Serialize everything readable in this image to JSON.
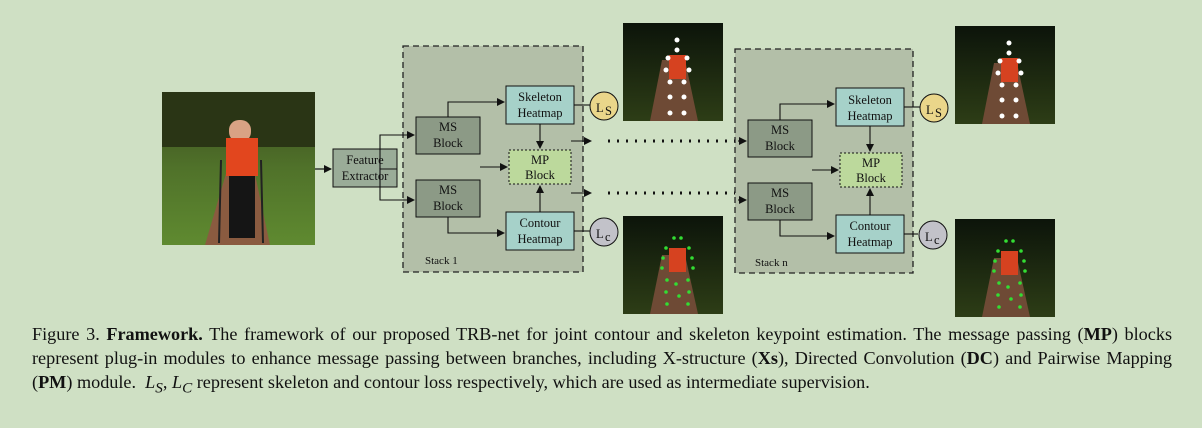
{
  "diagram": {
    "feature_extractor": [
      "Feature",
      "Extractor"
    ],
    "stacks": [
      {
        "label": "Stack 1",
        "ms_block_top": [
          "MS",
          "Block"
        ],
        "ms_block_bottom": [
          "MS",
          "Block"
        ],
        "skeleton_heatmap": [
          "Skeleton",
          "Heatmap"
        ],
        "contour_heatmap": [
          "Contour",
          "Heatmap"
        ],
        "mp_block": [
          "MP",
          "Block"
        ],
        "loss_skeleton": {
          "main": "L",
          "sub": "S"
        },
        "loss_contour": {
          "main": "L",
          "sub": "c"
        }
      },
      {
        "label": "Stack n",
        "ms_block_top": [
          "MS",
          "Block"
        ],
        "ms_block_bottom": [
          "MS",
          "Block"
        ],
        "skeleton_heatmap": [
          "Skeleton",
          "Heatmap"
        ],
        "contour_heatmap": [
          "Contour",
          "Heatmap"
        ],
        "mp_block": [
          "MP",
          "Block"
        ],
        "loss_skeleton": {
          "main": "L",
          "sub": "S"
        },
        "loss_contour": {
          "main": "L",
          "sub": "c"
        }
      }
    ],
    "colors": {
      "background": "#cfe0c4",
      "stack_box": "#b3bfa8",
      "ms_block": "#8c9a86",
      "heatmap": "#a6d1c9",
      "mp_block": "#bcd99c",
      "loss_skeleton": "#ead68a",
      "loss_contour": "#c2c2c9",
      "skeleton_keypoint": "#ffffff",
      "contour_keypoint": "#33dd33"
    }
  },
  "caption": {
    "label": "Figure 3.",
    "title": "Framework.",
    "text1": "The framework of our proposed TRB-net for joint contour and skeleton keypoint estimation. The message passing (",
    "mp": "MP",
    "text2": ") blocks represent plug-in modules to enhance message passing between branches, including X-structure (",
    "xs": "Xs",
    "text3": "), Directed Convolution (",
    "dc": "DC",
    "text4": ") and Pairwise Mapping (",
    "pm": "PM",
    "text5": ") module.",
    "ls_main": "L",
    "ls_sub": "S",
    "sep": ", ",
    "lc_main": "L",
    "lc_sub": "C",
    "text6": " represent skeleton and contour loss respectively, which are used as intermediate supervision."
  }
}
